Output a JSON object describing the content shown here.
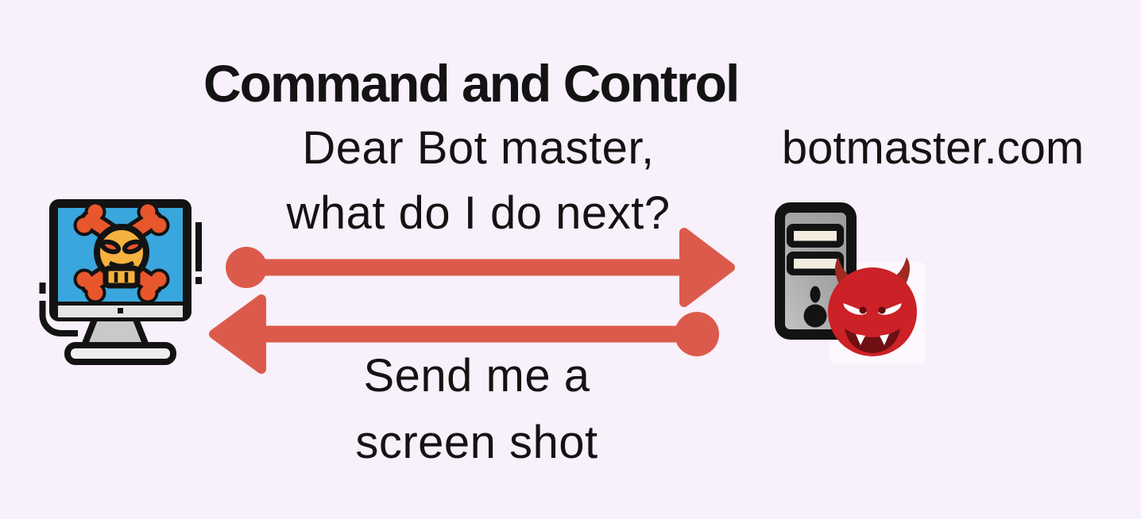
{
  "title": "Command and Control",
  "request_message": {
    "line1": "Dear Bot master,",
    "line2": "what do I do next?"
  },
  "response_message": {
    "line1": "Send me a",
    "line2": "screen shot"
  },
  "server_label": "botmaster.com",
  "icons": {
    "left_node": "infected-computer-icon",
    "right_node": "c2-server-icon",
    "right_node_overlay": "devil-face-icon",
    "top_arrow": "request-arrow-right",
    "bottom_arrow": "response-arrow-left"
  },
  "colors": {
    "background": "#f8f0fb",
    "arrow": "#dc5a4c",
    "text": "#131313",
    "screen_blue": "#39a7dd",
    "skull_yellow": "#f6b23f",
    "bone_orange": "#e8562c",
    "devil_red": "#cb2127",
    "tower_gray": "#a8a8a8"
  }
}
